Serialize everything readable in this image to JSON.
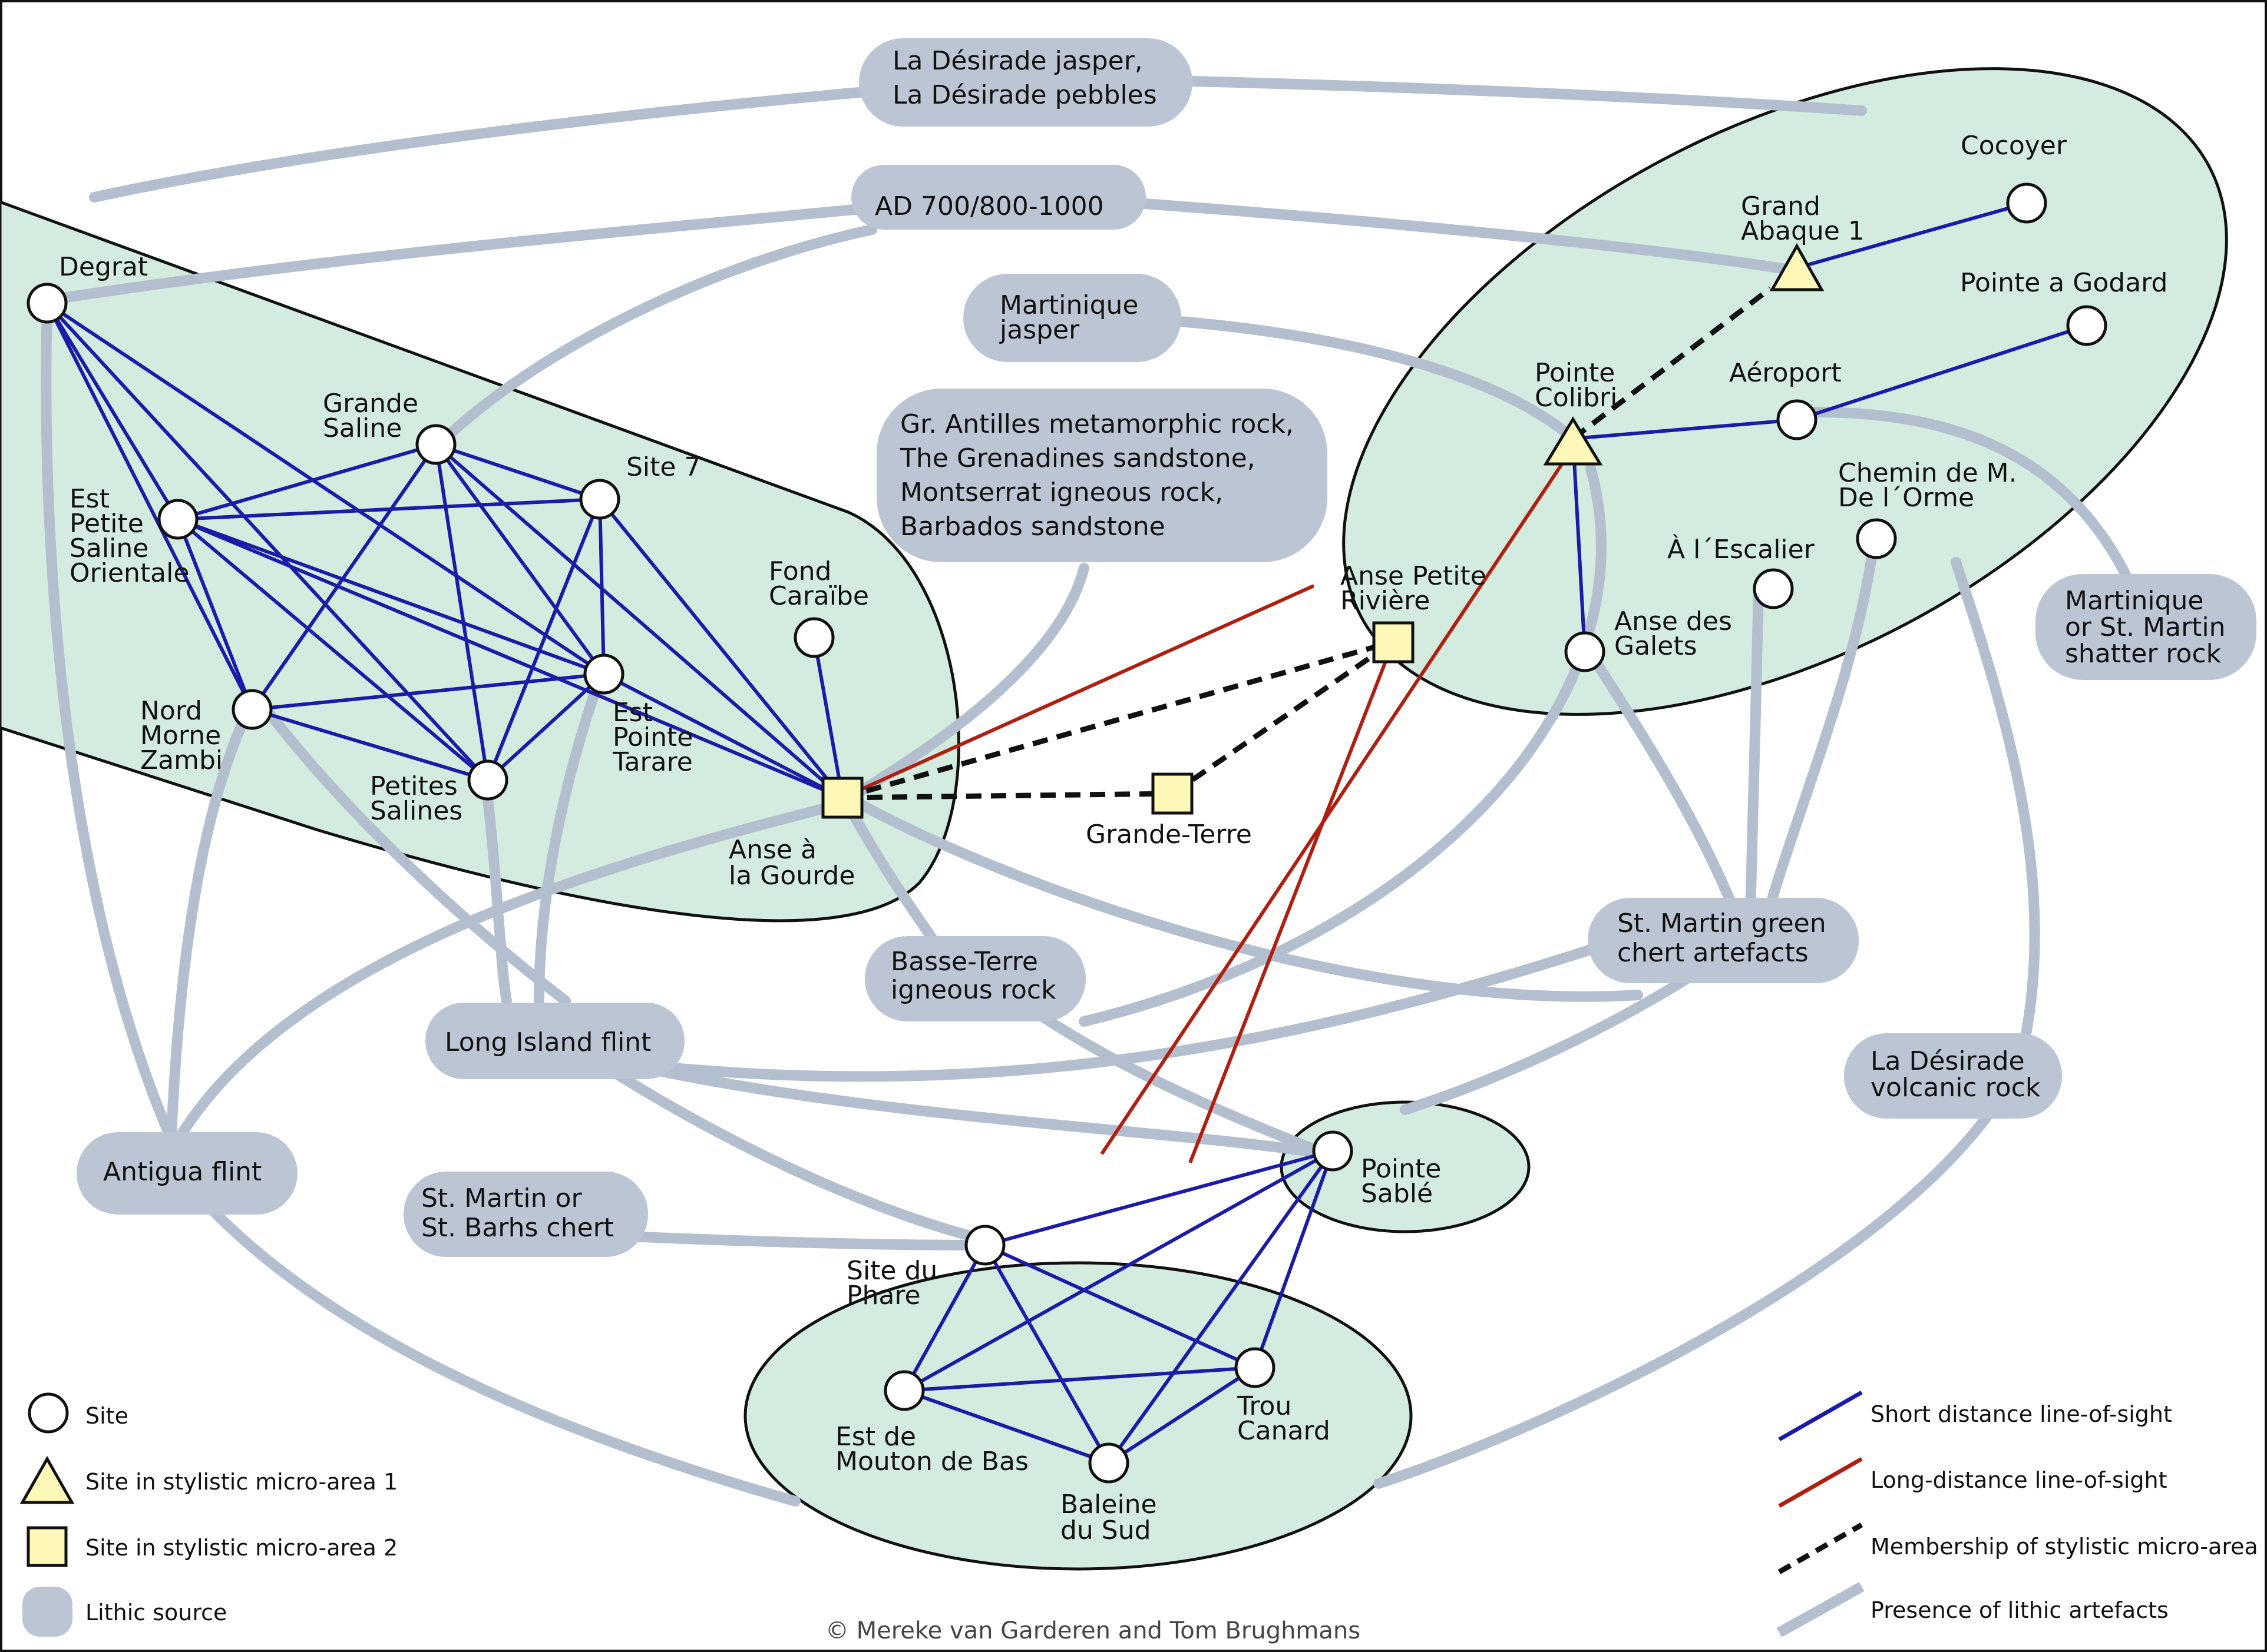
{
  "colors": {
    "micro_area_fill": "#d4ecdf",
    "lithic_source_fill": "#bcc5d4",
    "lithic_line": "#b3bfcf",
    "short_line": "#1b1ba8",
    "long_line": "#b01e10",
    "marker_fill": "#fdf8b8"
  },
  "lithic_sources": {
    "desirade_jasper": [
      "La Désirade jasper,",
      "La Désirade pebbles"
    ],
    "ad_period": [
      "AD 700/800-1000"
    ],
    "martinique_jasper": [
      "Martinique",
      "jasper"
    ],
    "gr_antilles": [
      "Gr. Antilles metamorphic rock,",
      "The Grenadines sandstone,",
      "Montserrat igneous rock,",
      "Barbados sandstone"
    ],
    "martinique_shatter": [
      "Martinique",
      "or St. Martin",
      "shatter rock"
    ],
    "st_martin_green": [
      "St. Martin green",
      "chert artefacts"
    ],
    "basse_terre": [
      "Basse-Terre",
      "igneous rock"
    ],
    "long_island": [
      "Long Island flint"
    ],
    "desirade_volcanic": [
      "La Désirade",
      "volcanic rock"
    ],
    "antigua": [
      "Antigua flint"
    ],
    "st_martin_barhs": [
      "St. Martin or",
      "St. Barhs chert"
    ]
  },
  "sites": {
    "degrat": [
      "Degrat"
    ],
    "grande_saline": [
      "Grande",
      "Saline"
    ],
    "est_petite_saline": [
      "Est",
      "Petite",
      "Saline",
      "Orientale"
    ],
    "site7": [
      "Site 7"
    ],
    "fond_caraibe": [
      "Fond",
      "Caraïbe"
    ],
    "nord_morne_zambi": [
      "Nord",
      "Morne",
      "Zambi"
    ],
    "est_pointe_tarare": [
      "Est",
      "Pointe",
      "Tarare"
    ],
    "petites_salines": [
      "Petites",
      "Salines"
    ],
    "anse_gourde": [
      "Anse à",
      "la Gourde"
    ],
    "grande_terre": [
      "Grande-Terre"
    ],
    "anse_petite_riviere": [
      "Anse Petite",
      "Rivière"
    ],
    "cocoyer": [
      "Cocoyer"
    ],
    "grand_abaque": [
      "Grand",
      "Abaque 1"
    ],
    "pointe_godard": [
      "Pointe a Godard"
    ],
    "pointe_colibri": [
      "Pointe",
      "Colibri"
    ],
    "aeroport": [
      "Aéroport"
    ],
    "chemin": [
      "Chemin de M.",
      "De l´Orme"
    ],
    "escalier": [
      "À l´Escalier"
    ],
    "anse_galets": [
      "Anse des",
      "Galets"
    ],
    "pointe_sable": [
      "Pointe",
      "Sablé"
    ],
    "site_phare": [
      "Site du",
      "Phare"
    ],
    "est_mouton": [
      "Est de",
      "Mouton de Bas"
    ],
    "trou_canard": [
      "Trou",
      "Canard"
    ],
    "baleine": [
      "Baleine",
      "du Sud"
    ]
  },
  "legend": {
    "site": "Site",
    "site_area1": "Site in stylistic micro-area 1",
    "site_area2": "Site in stylistic micro-area 2",
    "lithic_source": "Lithic source",
    "short_los": "Short distance line-of-sight",
    "long_los": "Long-distance line-of-sight",
    "membership": "Membership of stylistic micro-area",
    "presence": "Presence of lithic artefacts"
  },
  "copyright": "© Mereke van Garderen and Tom Brughmans"
}
